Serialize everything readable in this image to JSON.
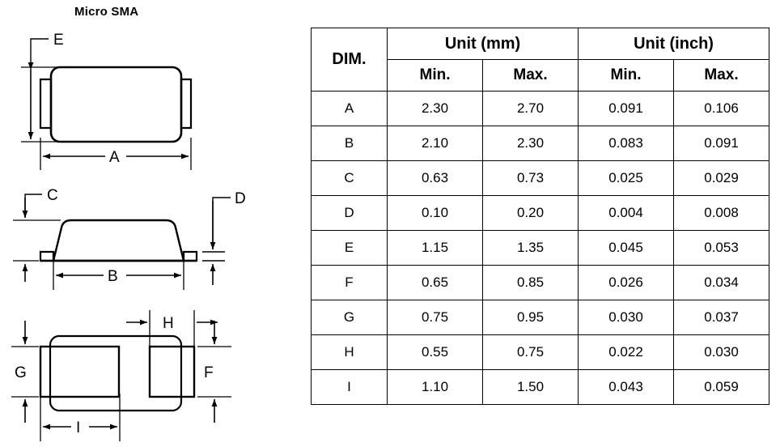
{
  "package": {
    "title": "Micro SMA"
  },
  "views": {
    "top": {
      "name": "top-view",
      "labels": {
        "height": "E",
        "width": "A"
      }
    },
    "side": {
      "name": "side-view",
      "labels": {
        "standoff": "C",
        "width": "B",
        "lead_thickness": "D"
      }
    },
    "bottom": {
      "name": "bottom-view",
      "labels": {
        "pad_height": "G",
        "small_pad_height": "F",
        "gap": "H",
        "pad_width": "I"
      }
    }
  },
  "table": {
    "headers": {
      "dim": "DIM.",
      "unit_mm": "Unit (mm)",
      "unit_inch": "Unit (inch)",
      "min": "Min.",
      "max": "Max."
    },
    "rows": [
      {
        "dim": "A",
        "mm_min": "2.30",
        "mm_max": "2.70",
        "in_min": "0.091",
        "in_max": "0.106"
      },
      {
        "dim": "B",
        "mm_min": "2.10",
        "mm_max": "2.30",
        "in_min": "0.083",
        "in_max": "0.091"
      },
      {
        "dim": "C",
        "mm_min": "0.63",
        "mm_max": "0.73",
        "in_min": "0.025",
        "in_max": "0.029"
      },
      {
        "dim": "D",
        "mm_min": "0.10",
        "mm_max": "0.20",
        "in_min": "0.004",
        "in_max": "0.008"
      },
      {
        "dim": "E",
        "mm_min": "1.15",
        "mm_max": "1.35",
        "in_min": "0.045",
        "in_max": "0.053"
      },
      {
        "dim": "F",
        "mm_min": "0.65",
        "mm_max": "0.85",
        "in_min": "0.026",
        "in_max": "0.034"
      },
      {
        "dim": "G",
        "mm_min": "0.75",
        "mm_max": "0.95",
        "in_min": "0.030",
        "in_max": "0.037"
      },
      {
        "dim": "H",
        "mm_min": "0.55",
        "mm_max": "0.75",
        "in_min": "0.022",
        "in_max": "0.030"
      },
      {
        "dim": "I",
        "mm_min": "1.10",
        "mm_max": "1.50",
        "in_min": "0.043",
        "in_max": "0.059"
      }
    ]
  },
  "colors": {
    "line": "#000000",
    "background": "#ffffff"
  }
}
